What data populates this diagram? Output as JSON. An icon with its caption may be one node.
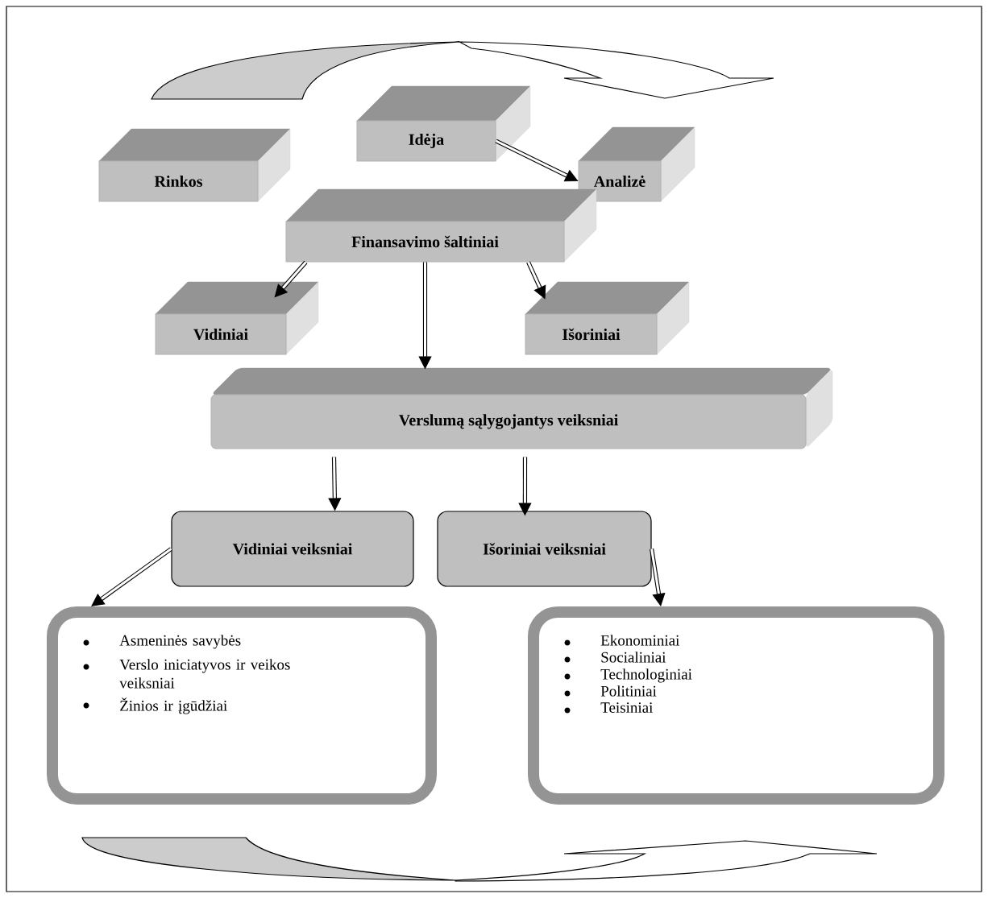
{
  "diagram": {
    "nodes": [
      {
        "text": [
          "Rinkos"
        ]
      },
      {
        "text": [
          "Idėja"
        ]
      },
      {
        "text": [
          "Analizė"
        ]
      },
      {
        "text": [
          "Finansavimo šaltiniai"
        ]
      },
      {
        "text": [
          "Vidiniai"
        ]
      },
      {
        "text": [
          "Išoriniai"
        ]
      },
      {
        "text": [
          "Verslumą sąlygojantys veiksniai"
        ]
      },
      {
        "text": [
          "Vidiniai veiksniai"
        ]
      },
      {
        "text": [
          "Išoriniai veiksniai"
        ]
      },
      {
        "text": [
          "Asmeninės savybės",
          "Verslo iniciatyvos ir veikos veiksniai",
          "Žinios ir įgūdžiai"
        ]
      },
      {
        "text": [
          "Ekonominiai",
          "Socialiniai",
          "Technologiniai",
          "Politiniai",
          "Teisiniai"
        ]
      }
    ],
    "edges": [
      {
        "from": 1,
        "to": 2,
        "arrow": "to"
      },
      {
        "from": 3,
        "to": 4,
        "arrow": "to"
      },
      {
        "from": 3,
        "to": 5,
        "arrow": "to"
      },
      {
        "from": 3,
        "to": 6,
        "arrow": "to"
      },
      {
        "from": 6,
        "to": 7,
        "arrow": "to"
      },
      {
        "from": 6,
        "to": 8,
        "arrow": "to"
      },
      {
        "from": 7,
        "to": 9,
        "arrow": "to"
      },
      {
        "from": 8,
        "to": 10,
        "arrow": "to"
      }
    ]
  }
}
